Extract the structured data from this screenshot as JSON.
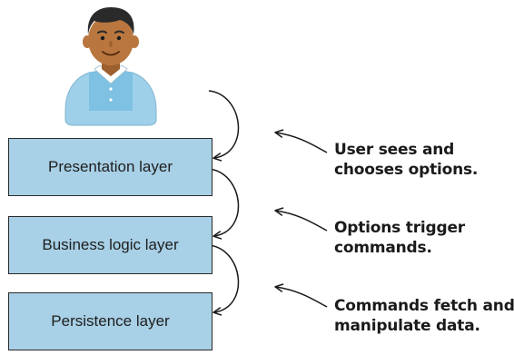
{
  "layers": [
    {
      "label": "Presentation layer"
    },
    {
      "label": "Business logic layer"
    },
    {
      "label": "Persistence layer"
    }
  ],
  "annotations": [
    {
      "line1": "User sees and",
      "line2": "chooses options."
    },
    {
      "line1": "Options trigger",
      "line2": "commands."
    },
    {
      "line1": "Commands fetch and",
      "line2": "manipulate data."
    }
  ],
  "colors": {
    "layer_fill": "#a8d0e6",
    "layer_border": "#2b2b2b",
    "arrow": "#1a1a1a",
    "skin": "#b9773f",
    "hair": "#2a2a2a",
    "shirt": "#9fd0ea"
  },
  "icons": [
    "user-avatar-icon"
  ]
}
